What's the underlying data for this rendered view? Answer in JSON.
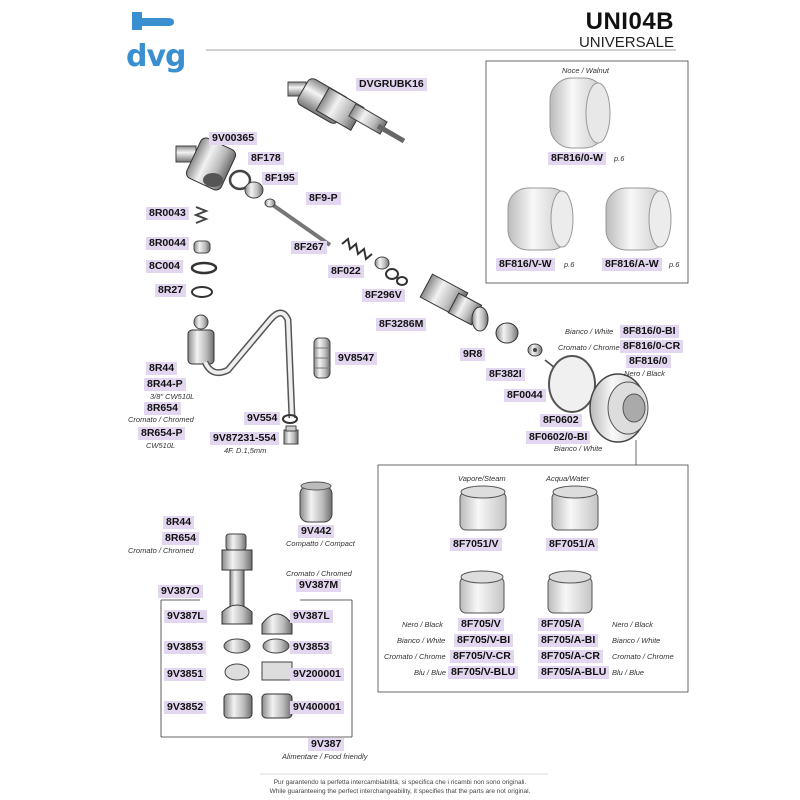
{
  "header": {
    "brand": "dvg",
    "model_code": "UNI04B",
    "model_name": "UNIVERSALE",
    "brand_color": "#3a8fd0",
    "label_color": "#e2d6f0"
  },
  "knobs_box": {
    "title": "Noce / Walnut",
    "knob_center": {
      "code": "8F816/0-W",
      "page": "p.6"
    },
    "knob_left": {
      "code": "8F816/V-W",
      "page": "p.6"
    },
    "knob_right": {
      "code": "8F816/A-W",
      "page": "p.6"
    }
  },
  "parts": {
    "dvgrubk16": "DVGRUBK16",
    "v00365": "9V00365",
    "f178": "8F178",
    "f195": "8F195",
    "f9p": "8F9-P",
    "r0043": "8R0043",
    "r0044": "8R0044",
    "c004": "8C004",
    "r27": "8R27",
    "f267": "8F267",
    "f022": "8F022",
    "f296v": "8F296V",
    "f3286m": "8F3286M",
    "r8": "9R8",
    "f382i": "8F382I",
    "f0044": "8F0044",
    "v8547": "9V8547",
    "r44": "8R44",
    "r44p": "8R44-P",
    "r654": "8R654",
    "r654p": "8R654-P",
    "v554": "9V554",
    "v87231": "9V87231-554",
    "f0602": "8F0602",
    "f0602bi": "8F0602/0-BI",
    "f816bi": "8F816/0-BI",
    "f816cr": "8F816/0-CR",
    "f8160": "8F816/0"
  },
  "notes": {
    "cw510l_38": "3/8\" CW510L",
    "cromato": "Cromato / Chromed",
    "cw510l": "CW510L",
    "fd15": "4F. D.1,5mm",
    "bianco": "Bianco / White",
    "cromato_chrome": "Cromato / Chrome",
    "nero": "Nero / Black",
    "bianco_white": "Bianco / White"
  },
  "bottom_left": {
    "v442": "9V442",
    "compact": "Compatto / Compact",
    "r44": "8R44",
    "r654": "8R654",
    "cromato": "Cromato / Chromed",
    "chrome_note": "Cromato / Chromed",
    "v387m": "9V387M",
    "v387o": "9V387O",
    "v387l_left": "9V387L",
    "v387l_right": "9V387L",
    "v3853_left": "9V3853",
    "v3853_right": "9V3853",
    "v3851": "9V3851",
    "v200001": "9V200001",
    "v3852": "9V3852",
    "v400001": "9V400001",
    "v387": "9V387",
    "food": "Alimentare / Food friendly"
  },
  "caps_box": {
    "steam_title": "Vapore/Steam",
    "water_title": "Acqua/Water",
    "f7051v": "8F7051/V",
    "f7051a": "8F7051/A",
    "left_codes": [
      "8F705/V",
      "8F705/V-BI",
      "8F705/V-CR",
      "8F705/V-BLU"
    ],
    "right_codes": [
      "8F705/A",
      "8F705/A-BI",
      "8F705/A-CR",
      "8F705/A-BLU"
    ],
    "left_notes": [
      "Nero / Black",
      "Bianco / White",
      "Cromato / Chrome",
      "Blu / Blue"
    ],
    "right_notes": [
      "Nero / Black",
      "Bianco / White",
      "Cromato / Chrome",
      "Blu / Blue"
    ]
  },
  "footer": {
    "line1": "Pur garantendo la perfetta intercambiabilità, si specifica che i ricambi non sono originali.",
    "line2": "While guaranteeing the perfect interchangeability, it specifies that the parts are not original."
  }
}
